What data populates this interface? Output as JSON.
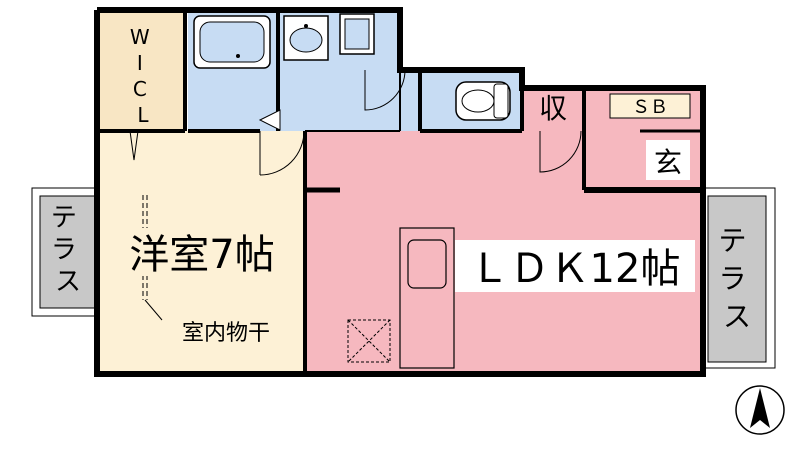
{
  "colors": {
    "wicl": "#f8e6c4",
    "bedroom": "#fdf1d6",
    "ldk": "#f6b8bf",
    "bath": "#c7dcf3",
    "storage": "#f6b8bf",
    "terrace": "#c8c8c8",
    "sb": "#fdf1d6",
    "wall": "#000000"
  },
  "rooms": {
    "wicl": {
      "label": "W\nI\nC\nL"
    },
    "bedroom": {
      "label": "洋室7帖"
    },
    "laundry": {
      "label": "室内物干"
    },
    "ldk": {
      "label": "ＬＤＫ12帖"
    },
    "storage": {
      "label": "収"
    },
    "sb": {
      "label": "ＳＢ"
    },
    "entrance": {
      "label": "玄"
    },
    "terrace_left": {
      "label": "テ\nラ\nス"
    },
    "terrace_right": {
      "label": "テ\nラ\nス"
    }
  },
  "compass": {
    "icon": "north-arrow-icon"
  }
}
